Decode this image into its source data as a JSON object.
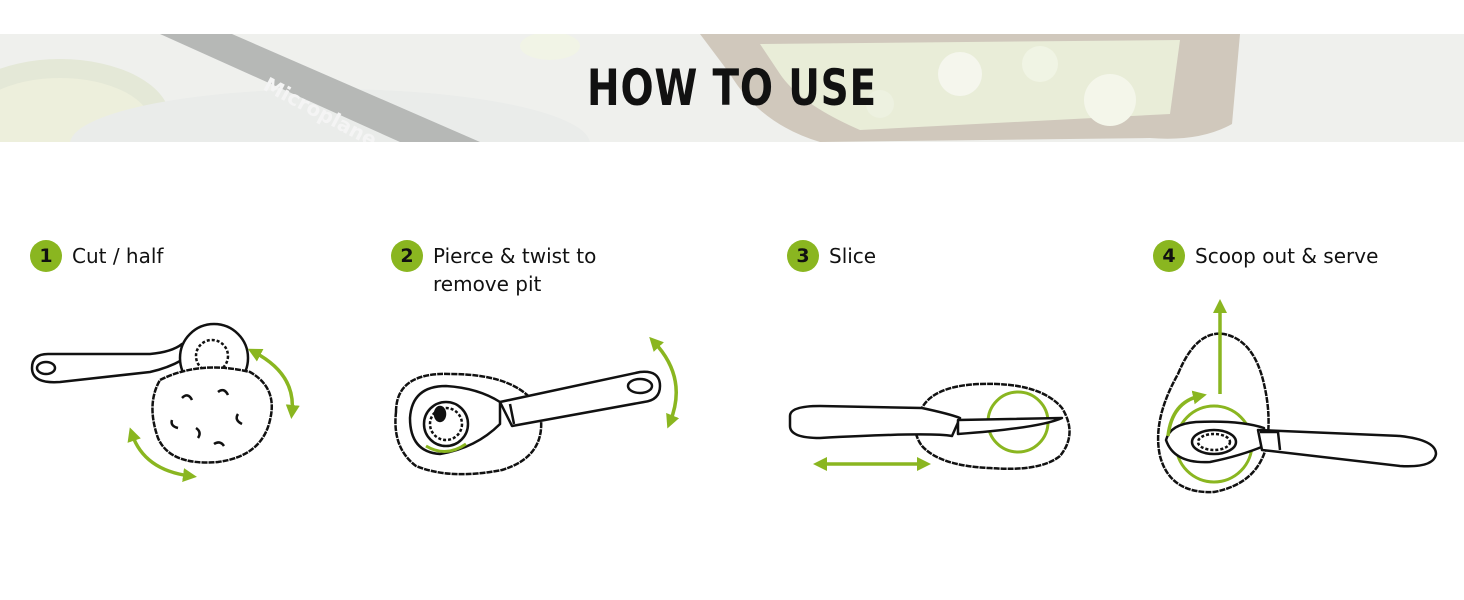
{
  "banner": {
    "title": "HOW TO USE",
    "brand": "Microplane"
  },
  "colors": {
    "accent": "#8ab620",
    "ink": "#111111",
    "banner_bg": "#e9ebe8"
  },
  "steps": [
    {
      "number": "1",
      "label": "Cut / half"
    },
    {
      "number": "2",
      "label_line1": "Pierce & twist to",
      "label_line2": "remove pit"
    },
    {
      "number": "3",
      "label": "Slice"
    },
    {
      "number": "4",
      "label": "Scoop out & serve"
    }
  ]
}
